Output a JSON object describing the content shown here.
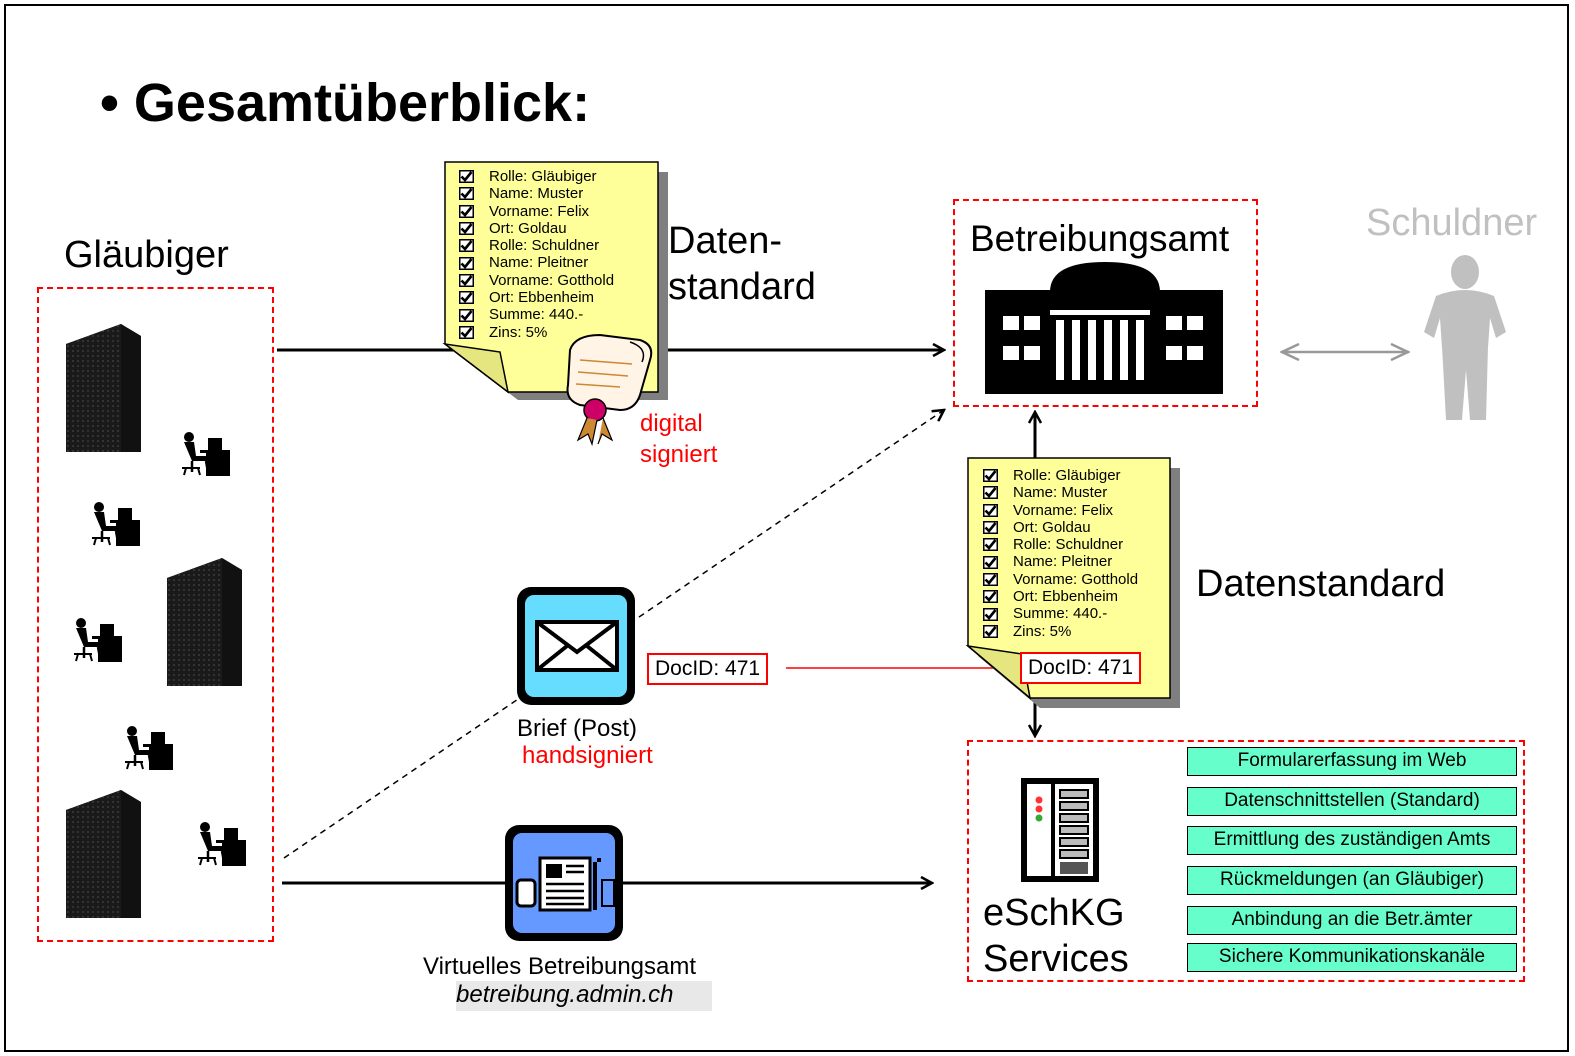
{
  "title": "• Gesamtüberblick:",
  "glaeubiger_label": "Gläubiger",
  "datenstandard_top": "Daten-standard",
  "datenstandard_top_lines": [
    "Daten-",
    "standard"
  ],
  "digital_signiert_lines": [
    "digital",
    "signiert"
  ],
  "betreibungsamt_label": "Betreibungsamt",
  "schuldner_label": "Schuldner",
  "datenstandard_right": "Datenstandard",
  "document_fields": [
    "Rolle: Gläubiger",
    "Name: Muster",
    "Vorname: Felix",
    "Ort: Goldau",
    "Rolle: Schuldner",
    "Name: Pleitner",
    "Vorname: Gotthold",
    "Ort: Ebbenheim",
    "Summe: 440.-",
    "Zins: 5%"
  ],
  "docid_left": "DocID: 471",
  "docid_right": "DocID: 471",
  "brief_label": "Brief (Post)",
  "handsigniert_label": "handsigniert",
  "virtuelles_label": "Virtuelles Betreibungsamt",
  "virtuelles_url": "betreibung.admin.ch",
  "eschkg_lines": [
    "eSchKG",
    "Services"
  ],
  "services": [
    "Formularerfassung im Web",
    "Datenschnittstellen (Standard)",
    "Ermittlung des zuständigen Amts",
    "Rückmeldungen (an Gläubiger)",
    "Anbindung an die Betr.ämter",
    "Sichere Kommunikationskanäle"
  ],
  "colors": {
    "dashed_border": "#ff0000",
    "signature_text": "#ff0000",
    "document_fill": "#ffff99",
    "service_fill": "#66ffcc",
    "schuldner_gray": "#c0c0c0",
    "mail_icon_fill": "#66ddff",
    "web_icon_fill": "#6699ff"
  },
  "icons": [
    "office-building-icon",
    "desk-worker-icon",
    "government-building-icon",
    "person-icon",
    "certificate-scroll-icon",
    "envelope-icon",
    "web-terminal-icon",
    "server-rack-icon",
    "checkbox-icon"
  ]
}
